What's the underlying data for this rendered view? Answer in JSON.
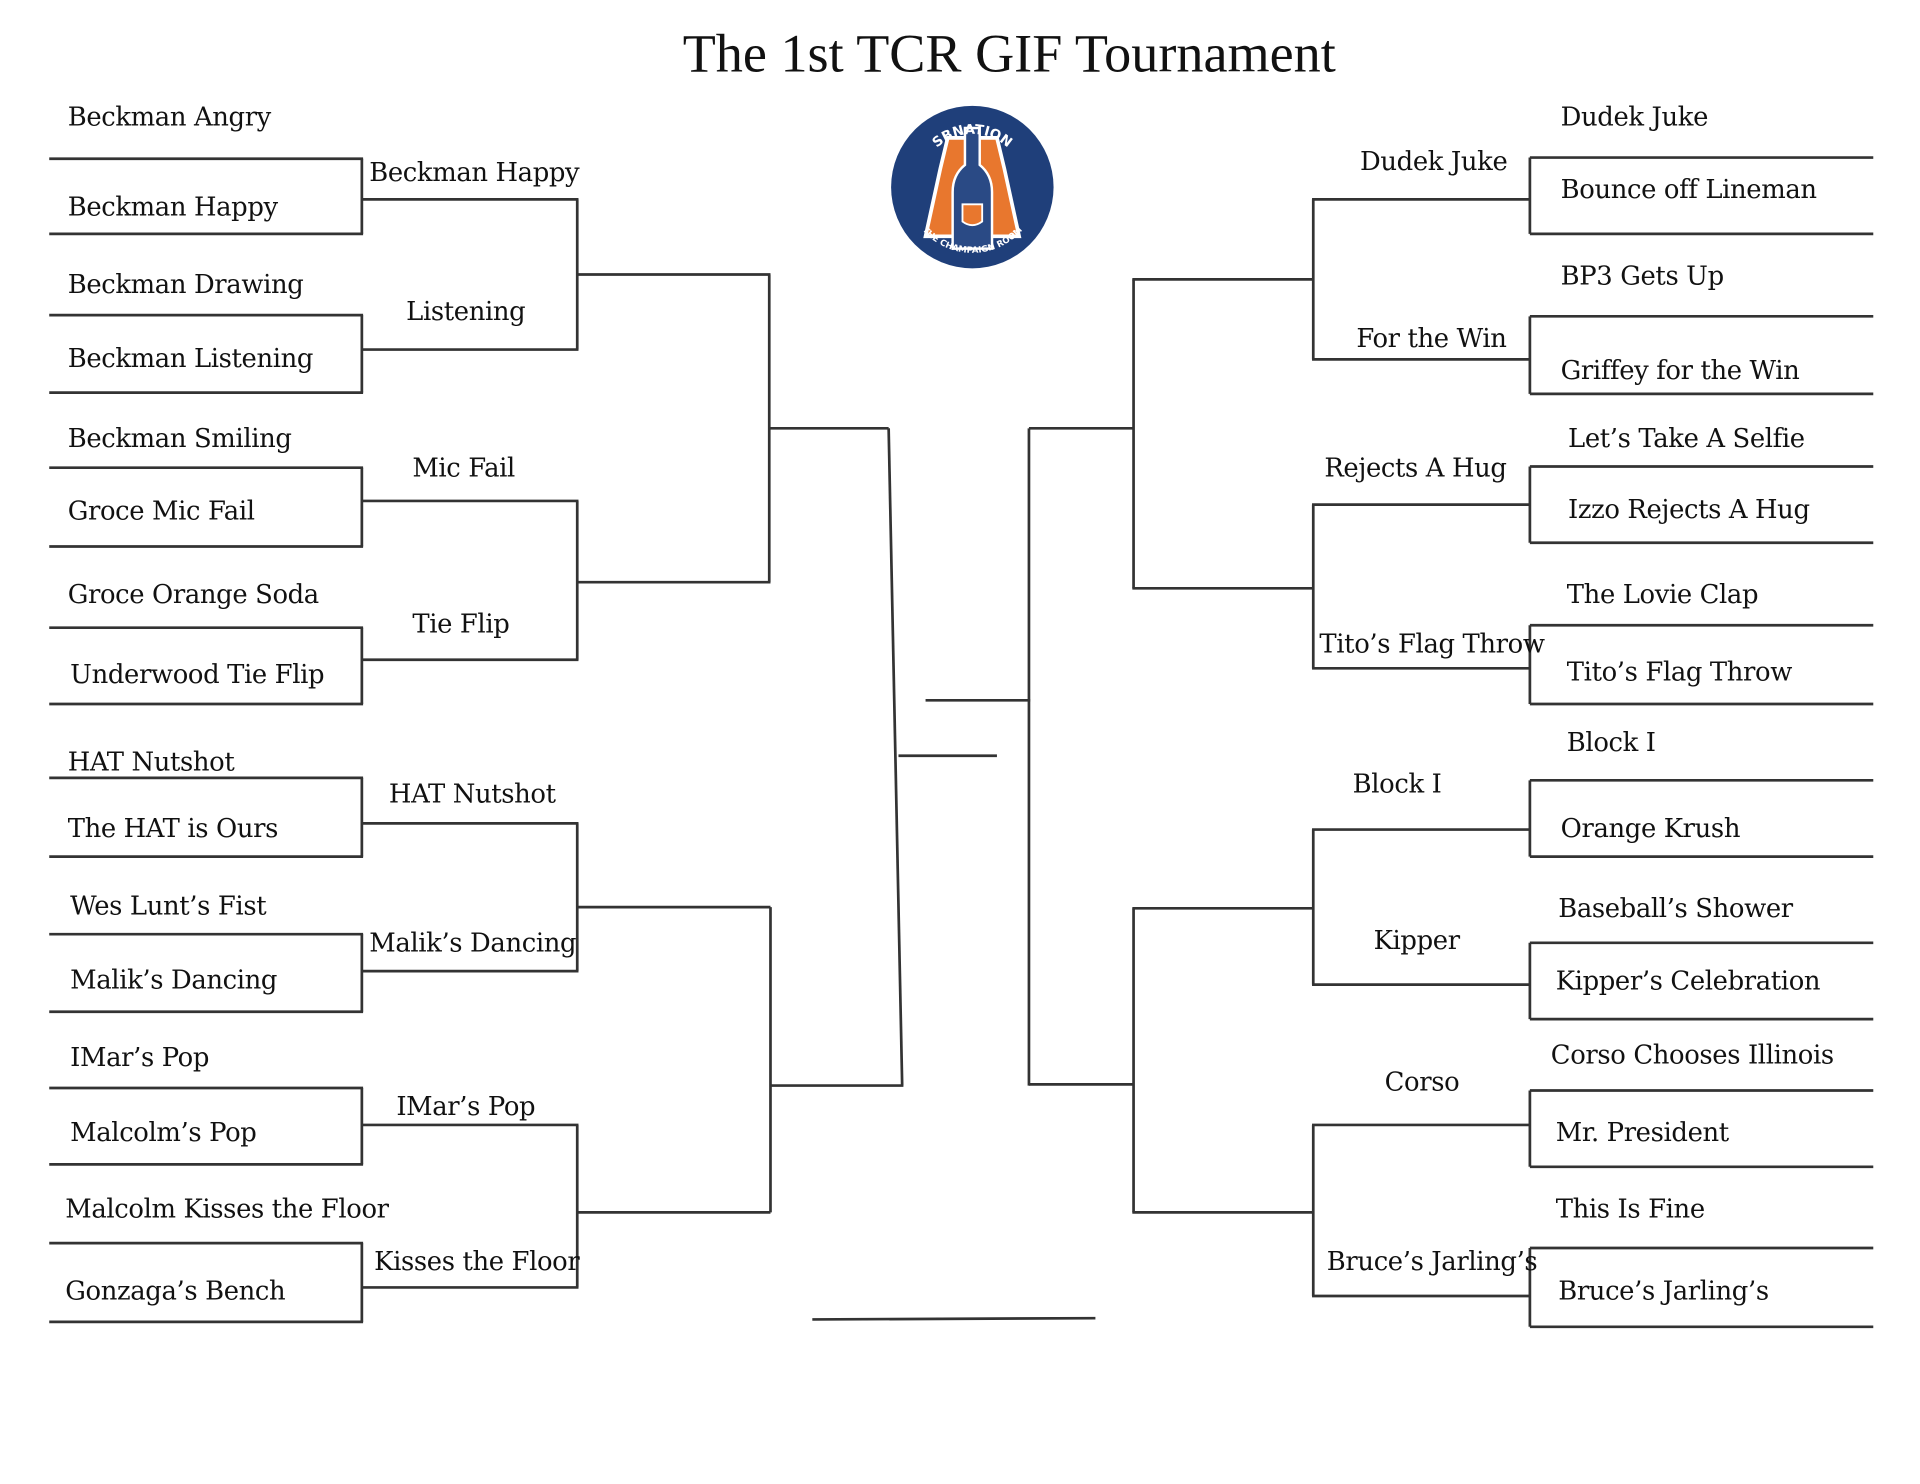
{
  "title": "The 1st TCR GIF Tournament",
  "logo": {
    "top_text": "SBNATION",
    "bottom_text": "THE CHAMPAIGN ROOM",
    "colors": {
      "navy": "#1f3f7a",
      "orange": "#e8772e"
    }
  },
  "left": {
    "round1": [
      "Beckman Angry",
      "Beckman Happy",
      "Beckman Drawing",
      "Beckman Listening",
      "Beckman Smiling",
      "Groce Mic Fail",
      "Groce Orange Soda",
      "Underwood Tie Flip",
      "HAT Nutshot",
      "The HAT is Ours",
      "Wes Lunt’s Fist",
      "Malik’s Dancing",
      "IMar’s Pop",
      "Malcolm’s Pop",
      "Malcolm Kisses the Floor",
      "Gonzaga’s Bench"
    ],
    "round2": [
      "Beckman Happy",
      "Listening",
      "Mic Fail",
      "Tie Flip",
      "HAT Nutshot",
      "Malik’s Dancing",
      "IMar’s Pop",
      "Kisses the Floor"
    ]
  },
  "right": {
    "round1": [
      "Dudek Juke",
      "Bounce off Lineman",
      "BP3 Gets Up",
      "Griffey for the Win",
      "Let’s Take A Selfie",
      "Izzo Rejects A Hug",
      "The Lovie Clap",
      "Tito’s Flag Throw",
      "Block I",
      "Orange Krush",
      "Baseball’s Shower",
      "Kipper’s Celebration",
      "Corso Chooses Illinois",
      "Mr. President",
      "This Is Fine",
      "Bruce’s Jarling’s"
    ],
    "round2": [
      "Dudek Juke",
      "For the Win",
      "Rejects A Hug",
      "Tito’s Flag Throw",
      "Block I",
      "Kipper",
      "Corso",
      "Bruce’s Jarling’s"
    ]
  }
}
